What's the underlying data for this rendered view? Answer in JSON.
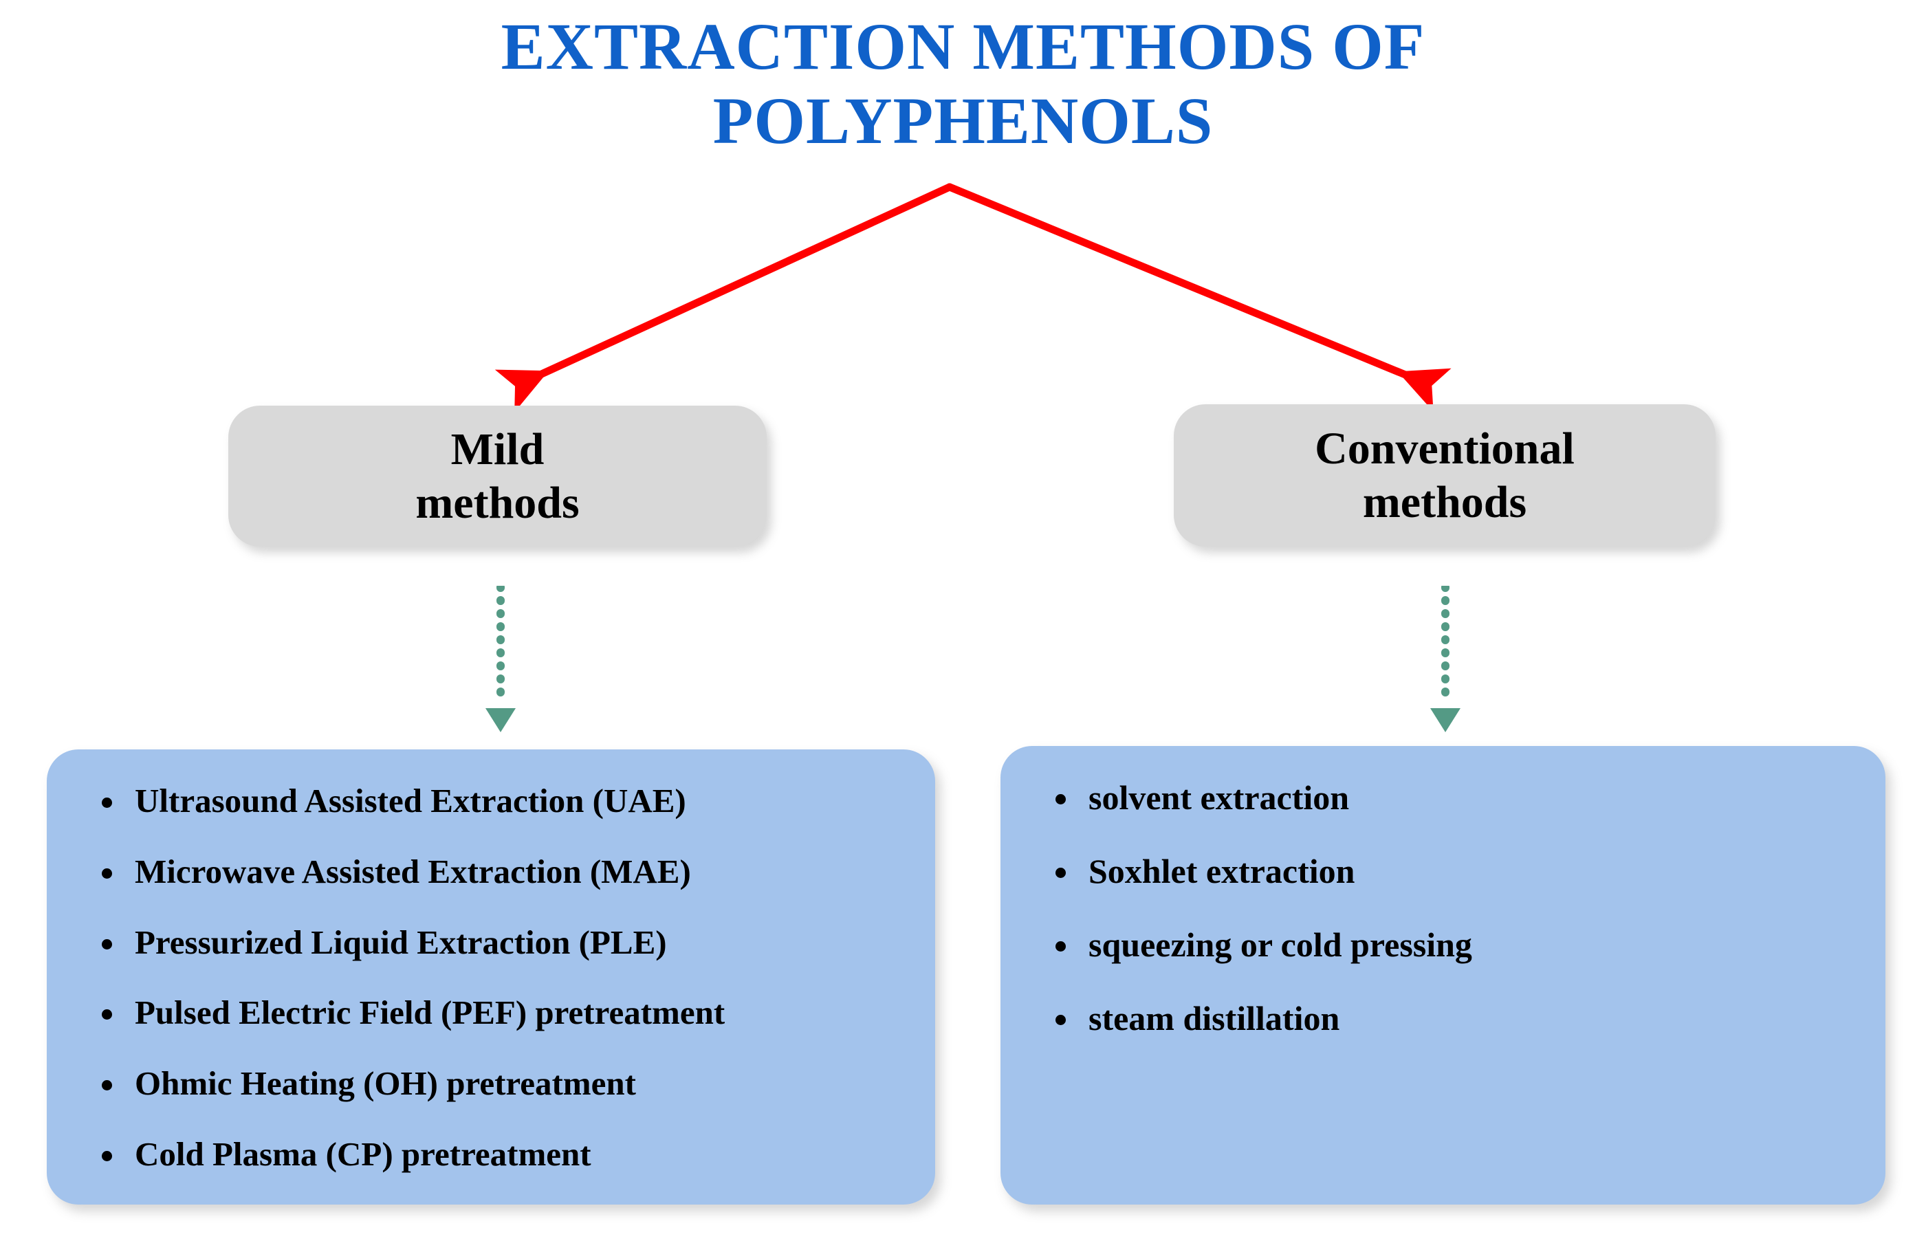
{
  "title": {
    "text": "EXTRACTION METHODS OF\nPOLYPHENOLS",
    "color": "#1061C9"
  },
  "connectors": {
    "branch_arrow_color": "#FF0000",
    "flow_arrow_color": "#549A85",
    "flow_arrow_style": "dotted"
  },
  "branches": [
    {
      "category_label": "Mild\nmethods",
      "category_box_color": "#D9D9D9",
      "list_box_color": "#A3C3EC",
      "items": [
        "Ultrasound Assisted Extraction (UAE)",
        "Microwave Assisted Extraction (MAE)",
        "Pressurized Liquid Extraction (PLE)",
        "Pulsed Electric Field (PEF) pretreatment",
        "Ohmic Heating (OH) pretreatment",
        "Cold Plasma (CP) pretreatment"
      ]
    },
    {
      "category_label": "Conventional\nmethods",
      "category_box_color": "#D9D9D9",
      "list_box_color": "#A3C3EC",
      "items": [
        "solvent extraction",
        "Soxhlet extraction",
        "squeezing or cold pressing",
        "steam distillation"
      ]
    }
  ]
}
